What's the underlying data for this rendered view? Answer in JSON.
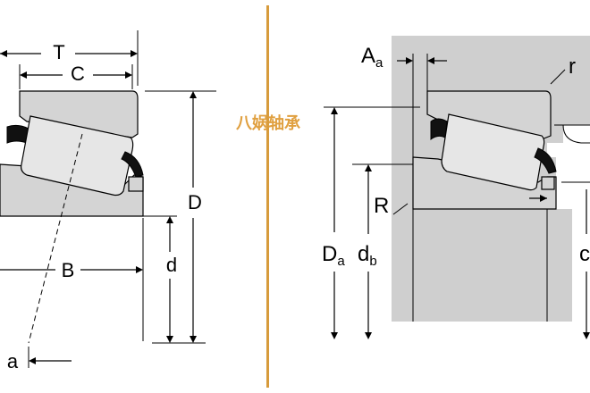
{
  "left_labels": {
    "T": "T",
    "C": "C",
    "D": "D",
    "B": "B",
    "d": "d",
    "a": "a"
  },
  "right_labels": {
    "A_main": "A",
    "A_sub": "a",
    "r": "r",
    "R": "R",
    "D_main": "D",
    "D_sub": "a",
    "d_main": "d",
    "d_sub": "b",
    "c": "c"
  },
  "watermark": "八娲轴承",
  "colors": {
    "separator": "#d79b3c",
    "housing": "#cfcfcf",
    "part": "#d4d4d4",
    "watermark": "#e0a040"
  }
}
